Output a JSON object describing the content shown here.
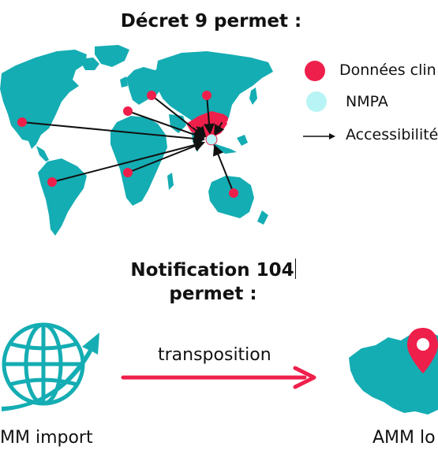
{
  "titles": {
    "top": "Décret 9 permet :",
    "middle_line1": "Notification 104",
    "middle_line2": "permet :"
  },
  "legend": {
    "clinical_data": "Données clin",
    "nmpa": "NMPA",
    "accessibility": "Accessibilité"
  },
  "flow": {
    "transposition": "transposition",
    "left_label": "MM import",
    "right_label": "AMM lo"
  },
  "colors": {
    "land": "#14adb3",
    "data_point": "#ef1f4b",
    "nmpa": "#b8f4f6",
    "arrow": "#111111",
    "transposition_arrow": "#ef1f4b",
    "globe": "#14adb3",
    "pin": "#ef1f4b"
  },
  "icons": {
    "world_map": "world-map-icon",
    "globe": "globe-icon",
    "china_map": "china-map-icon",
    "location_pin": "location-pin-icon"
  }
}
